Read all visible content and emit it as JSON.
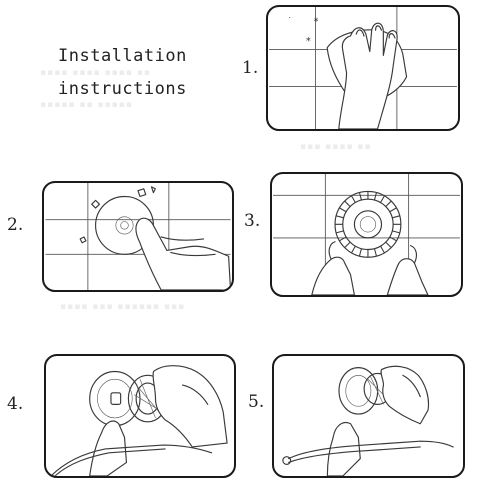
{
  "header": {
    "line1": "Installation",
    "line2": "instructions"
  },
  "steps": [
    {
      "number": "1.",
      "icon": "wipe-surface-illustration"
    },
    {
      "number": "2.",
      "icon": "attach-adhesive-disc-illustration"
    },
    {
      "number": "3.",
      "icon": "mount-suction-base-illustration"
    },
    {
      "number": "4.",
      "icon": "attach-holder-illustration"
    },
    {
      "number": "5.",
      "icon": "tighten-knob-illustration"
    }
  ],
  "colors": {
    "border": "#1a1a1a",
    "line": "#3a3a3a",
    "background": "#ffffff"
  }
}
